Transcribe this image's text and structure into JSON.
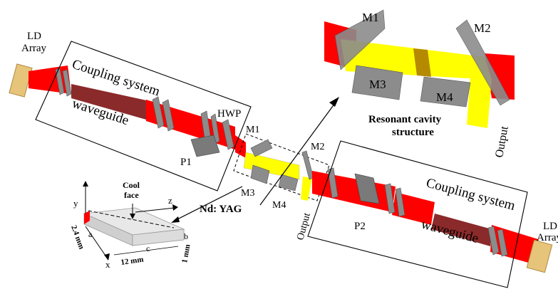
{
  "labels": {
    "ld_array_left_1": "LD",
    "ld_array_left_2": "Array",
    "ld_array_right_1": "LD",
    "ld_array_right_2": "Array",
    "coupling_left": "Coupling system",
    "coupling_right": "Coupling system",
    "waveguide_left": "waveguide",
    "waveguide_right": "waveguide",
    "hwp": "HWP",
    "p1": "P1",
    "p2": "P2",
    "m1": "M1",
    "m2": "M2",
    "m3": "M3",
    "m4": "M4",
    "output": "Output",
    "nd_yag": "Nd: YAG",
    "inset_m1": "M1",
    "inset_m2": "M2",
    "inset_m3": "M3",
    "inset_m4": "M4",
    "inset_output": "Output",
    "resonant_1": "Resonant cavity",
    "resonant_2": "structure",
    "cool_1": "Cool",
    "cool_2": "face",
    "axis_y": "y",
    "axis_z": "z",
    "axis_x": "x",
    "dim_a": "a",
    "dim_b": "b",
    "dim_c": "c",
    "dim_24": "2.4 mm",
    "dim_12": "12 mm",
    "dim_1": "1 mm"
  },
  "colors": {
    "beam": "#ff0000",
    "beam_dark": "#cc0000",
    "waveguide": "#8b2a2a",
    "crystal": "#ffff00",
    "optic_gray": "#8c8c8c",
    "ld": "#e6c47a"
  }
}
